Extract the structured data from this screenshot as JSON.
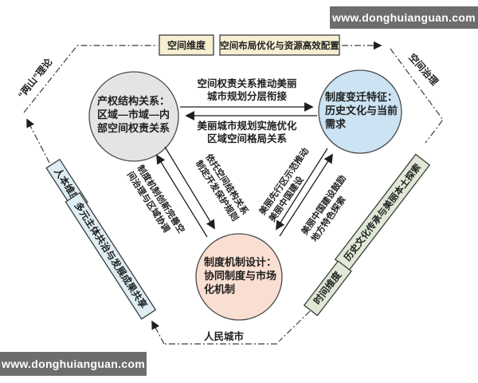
{
  "watermark": {
    "top_right": "www.donghuianguan.com",
    "bottom_left": "www.donghuianguan.com"
  },
  "frame": {
    "top_left_label": "“两山”理论",
    "top_right_label": "空间治理",
    "bottom_label": "人民城市",
    "top_boxes": [
      {
        "label": "空间维度"
      },
      {
        "label": "空间布局优化与资源高效配置"
      }
    ],
    "left_boxes": [
      {
        "label": "人本维度"
      },
      {
        "label": "多元主体共治与发展成果共享"
      }
    ],
    "right_boxes": [
      {
        "label": "历史文化传承与美丽本土探索"
      },
      {
        "label": "时间维度"
      }
    ]
  },
  "circles": {
    "left": {
      "lines": [
        "产权结构关系：",
        "区域—市域—内",
        "部空间权责关系"
      ]
    },
    "right": {
      "lines": [
        "制度变迁特征：",
        "历史文化与当前",
        "需求"
      ]
    },
    "bottom": {
      "lines": [
        "制度机制设计：",
        "协同制度与市场",
        "化机制"
      ]
    }
  },
  "connectors": {
    "top_arrow": {
      "lines": [
        "空间权责关系推动美丽",
        "城市规划分层衔接"
      ]
    },
    "bottom_arrow": {
      "lines": [
        "美丽城市规划实施优化",
        "区域空间格局关系"
      ]
    },
    "left_diagonal": {
      "right_text": {
        "lines": [
          "依托空间结构关系",
          "制定开发保护规则"
        ]
      },
      "left_text": {
        "lines": [
          "制度机制创新完善空",
          "间治理与区域协调"
        ]
      }
    },
    "right_diagonal": {
      "left_text": {
        "lines": [
          "美丽先行区示范推动",
          "美丽中国建设"
        ]
      },
      "right_text": {
        "lines": [
          "美丽中国建设鼓励",
          "地方特色探索"
        ]
      }
    }
  },
  "colors": {
    "watermark_bg": "#6d6d6d",
    "circle_left": "#e4e4e4",
    "circle_right": "#cbe3f2",
    "circle_bottom": "#f9dfd2",
    "box_top": "#f7efd2",
    "box_left": "#ddeef4",
    "box_right": "#dfe9d5"
  }
}
